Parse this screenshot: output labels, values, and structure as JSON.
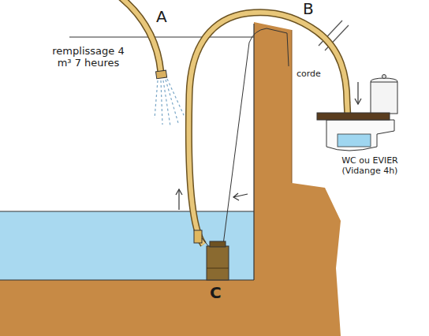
{
  "diagram": {
    "labels": [
      "A",
      "B",
      "remplissage 4 m³ 7 heures",
      "corde",
      "WC ou EVIER (Vidange 4h)",
      "C"
    ]
  }
}
